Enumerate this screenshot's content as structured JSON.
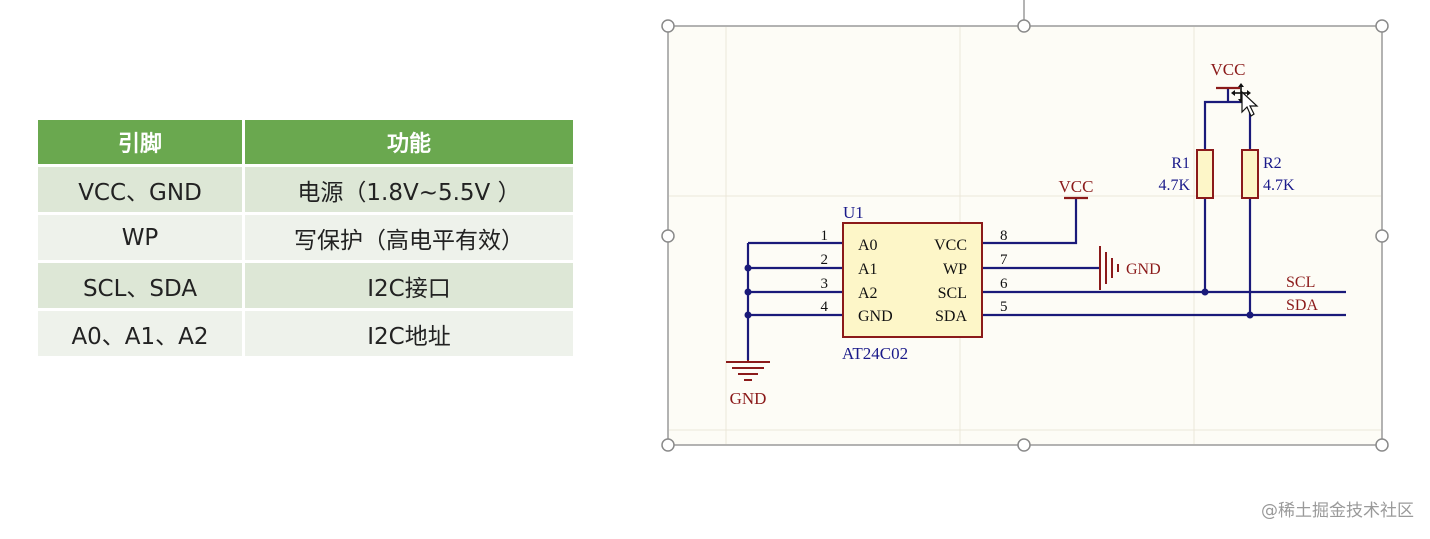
{
  "table": {
    "headers": [
      "引脚",
      "功能"
    ],
    "rows": [
      {
        "pin": "VCC、GND",
        "func": "电源（1.8V~5.5V ）"
      },
      {
        "pin": "WP",
        "func": "写保护（高电平有效）"
      },
      {
        "pin": "SCL、SDA",
        "func": "I2C接口"
      },
      {
        "pin": "A0、A1、A2",
        "func": "I2C地址"
      }
    ]
  },
  "schematic": {
    "chip": {
      "ref": "U1",
      "part": "AT24C02",
      "left_pins": [
        {
          "num": "1",
          "name": "A0"
        },
        {
          "num": "2",
          "name": "A1"
        },
        {
          "num": "3",
          "name": "A2"
        },
        {
          "num": "4",
          "name": "GND"
        }
      ],
      "right_pins": [
        {
          "num": "8",
          "name": "VCC"
        },
        {
          "num": "7",
          "name": "WP"
        },
        {
          "num": "6",
          "name": "SCL"
        },
        {
          "num": "5",
          "name": "SDA"
        }
      ]
    },
    "vcc_label": "VCC",
    "pullup_vcc_label": "VCC",
    "gnd_label_bottom": "GND",
    "gnd_label_wp": "GND",
    "resistors": [
      {
        "ref": "R1",
        "value": "4.7K"
      },
      {
        "ref": "R2",
        "value": "4.7K"
      }
    ],
    "nets": {
      "scl": "SCL",
      "sda": "SDA"
    }
  },
  "colors": {
    "header_green": "#6aa84f",
    "wire": "#1a1a7a",
    "component": "#8b1a1a",
    "label_blue": "#1a1a8a"
  },
  "watermark": "@稀土掘金技术社区"
}
